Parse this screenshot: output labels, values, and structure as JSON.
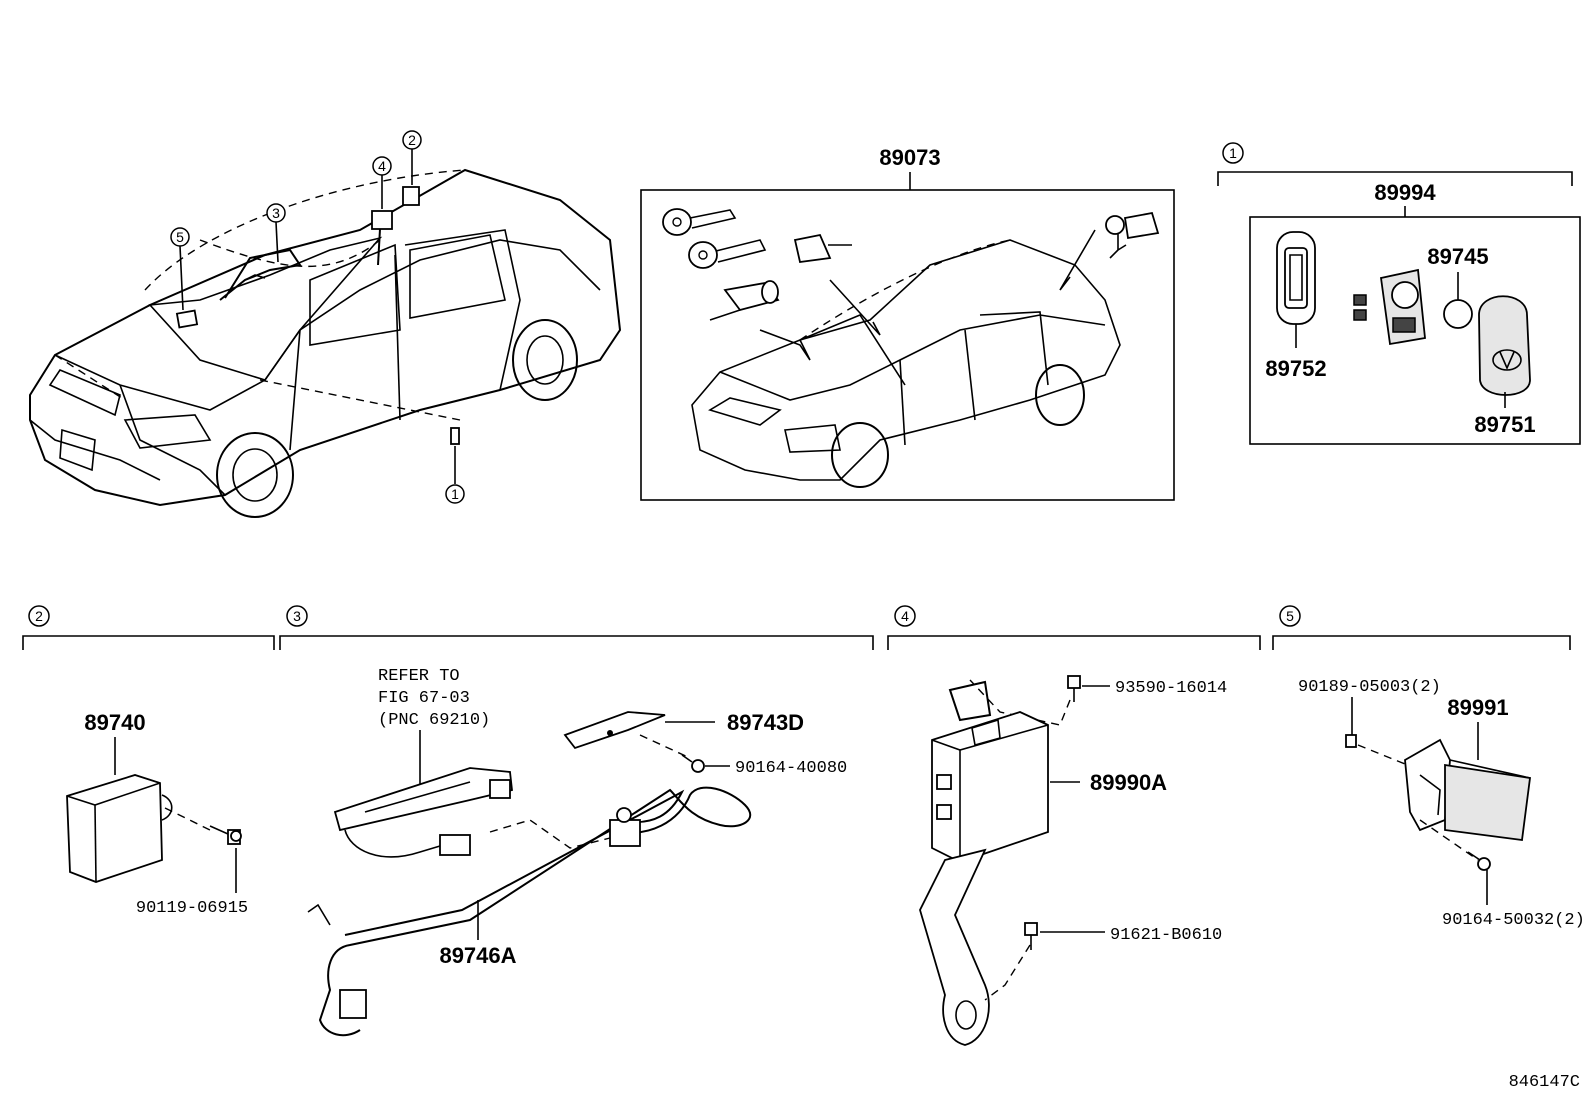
{
  "diagram_code": "846147C",
  "callouts": {
    "c1": "1",
    "c2": "2",
    "c3": "3",
    "c4": "4",
    "c5": "5"
  },
  "key_set": {
    "part_no": "89073"
  },
  "transmitter": {
    "group_no": "89994",
    "case_part": "89752",
    "battery": "89745",
    "cover": "89751"
  },
  "section2": {
    "receiver": "89740",
    "bolt": "90119-06915"
  },
  "section3": {
    "refer_line1": "REFER TO",
    "refer_line2": "FIG 67-03",
    "refer_line3": "(PNC 69210)",
    "bracket": "89743D",
    "screw": "90164-40080",
    "harness": "89746A"
  },
  "section4": {
    "bolt_top": "93590-16014",
    "ecu": "89990A",
    "bolt_bottom": "91621-B0610"
  },
  "section5": {
    "screw_top": "90189-05003(2)",
    "module": "89991",
    "screw_bottom": "90164-50032(2)"
  }
}
